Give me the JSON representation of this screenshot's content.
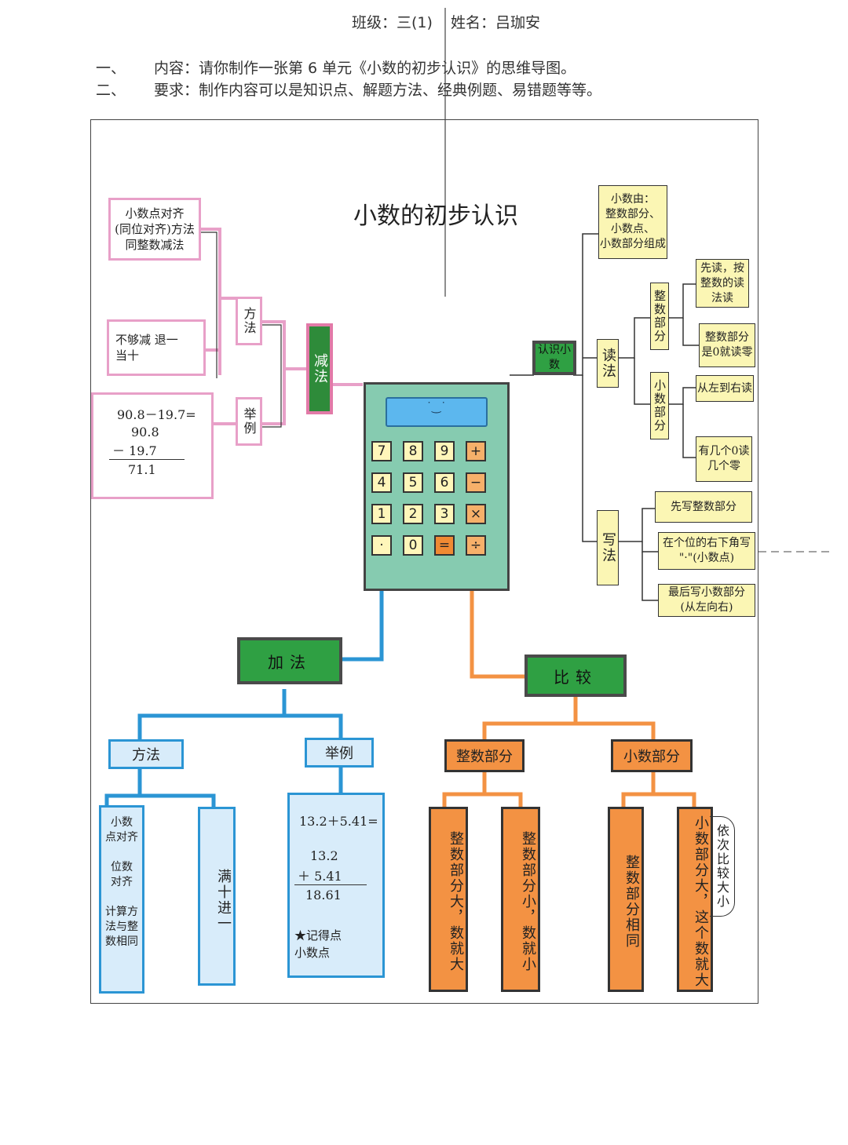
{
  "header": {
    "class_label": "班级：三(1)",
    "name_label": "姓名：吕珈安",
    "line1_num": "一、",
    "line1_text": "内容：请你制作一张第 6 单元《小数的初步认识》的思维导图。",
    "line2_num": "二、",
    "line2_text": "要求：制作内容可以是知识点、解题方法、经典例题、易错题等等。"
  },
  "map": {
    "title": "小数的初步认识",
    "calculator": {
      "rows": [
        [
          "7",
          "8",
          "9",
          "+"
        ],
        [
          "4",
          "5",
          "6",
          "−"
        ],
        [
          "1",
          "2",
          "3",
          "×"
        ],
        [
          "·",
          "0",
          "=",
          "÷"
        ]
      ]
    },
    "subtraction": {
      "label": "减法",
      "method_label": "方法",
      "example_label": "举例",
      "method_note1": "小数点对齐\n(同位对齐)方法\n同整数减法",
      "method_note2": "不够减 退一\n当十",
      "example_line1": "90.8－19.7=",
      "example_line2": "90.8",
      "example_line3": "－ 19.7",
      "example_line4": "71.1"
    },
    "understanding": {
      "label": "认识小数",
      "composition": "小数由：\n整数部分、\n小数点、\n小数部分组成",
      "reading_label": "读法",
      "integer_part_label": "整数部分",
      "integer_note1": "先读，按\n整数的读\n法读",
      "integer_note2": "整数部分\n是0就读零",
      "decimal_part_label": "小数部分",
      "decimal_note1": "从左到右读",
      "decimal_note2": "有几个0读\n几个零",
      "writing_label": "写法",
      "writing_note1": "先写整数部分",
      "writing_note2": "在个位的右下角写\n\"·\"(小数点)",
      "writing_note3": "最后写小数部分\n(从左向右)"
    },
    "addition": {
      "label": "加法",
      "method_label": "方法",
      "example_label": "举例",
      "method_col1": "小数\n点对齐\n\n位数\n对齐\n\n计算方\n法与整\n数相同",
      "method_col2": "满十进一",
      "example_line1": "13.2＋5.41=",
      "example_line2": "13.2",
      "example_line3": "＋ 5.41",
      "example_line4": "18.61",
      "example_note": "★记得点\n小数点"
    },
    "comparison": {
      "label": "比较",
      "integer_label": "整数部分",
      "decimal_label": "小数部分",
      "int_col1": "整数部分大，数就大",
      "int_col2": "整数部分小，数就小",
      "dec_col1": "整数部分相同",
      "dec_col2": "小数部分大，这个数就大",
      "dec_note": "依次比较大小"
    }
  }
}
